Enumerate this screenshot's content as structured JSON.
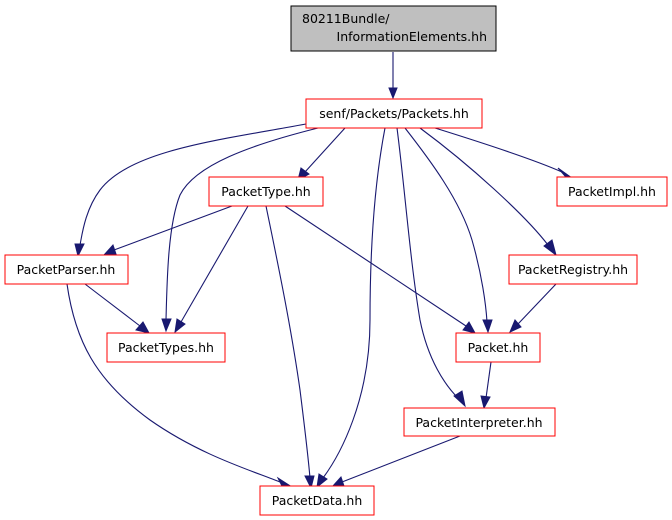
{
  "colors": {
    "edge": "#191970",
    "node_border": "#ff0000",
    "root_fill": "#bfbfbf",
    "root_border": "#000000",
    "node_fill": "#ffffff"
  },
  "nodes": {
    "root": {
      "line1": "80211Bundle/",
      "line2": "InformationElements.hh"
    },
    "packets": {
      "label": "senf/Packets/Packets.hh"
    },
    "packettype": {
      "label": "PacketType.hh"
    },
    "packetimpl": {
      "label": "PacketImpl.hh"
    },
    "packetparser": {
      "label": "PacketParser.hh"
    },
    "packetregistry": {
      "label": "PacketRegistry.hh"
    },
    "packettypes": {
      "label": "PacketTypes.hh"
    },
    "packet": {
      "label": "Packet.hh"
    },
    "packetinterpreter": {
      "label": "PacketInterpreter.hh"
    },
    "packetdata": {
      "label": "PacketData.hh"
    }
  }
}
